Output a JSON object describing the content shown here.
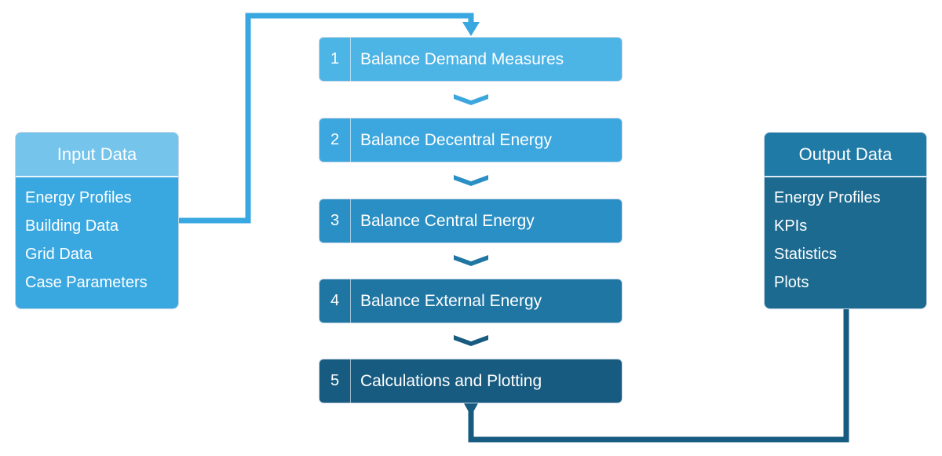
{
  "colors": {
    "input_connector": "#3aa8e0",
    "output_connector": "#175b80",
    "chevron": "#2a8fc4"
  },
  "input": {
    "title": "Input Data",
    "items": [
      "Energy Profiles",
      "Building Data",
      "Grid Data",
      "Case Parameters"
    ]
  },
  "steps": [
    {
      "number": "1",
      "label": "Balance Demand Measures"
    },
    {
      "number": "2",
      "label": "Balance Decentral Energy"
    },
    {
      "number": "3",
      "label": "Balance Central Energy"
    },
    {
      "number": "4",
      "label": "Balance External Energy"
    },
    {
      "number": "5",
      "label": "Calculations and Plotting"
    }
  ],
  "output": {
    "title": "Output Data",
    "items": [
      "Energy Profiles",
      "KPIs",
      "Statistics",
      "Plots"
    ]
  }
}
